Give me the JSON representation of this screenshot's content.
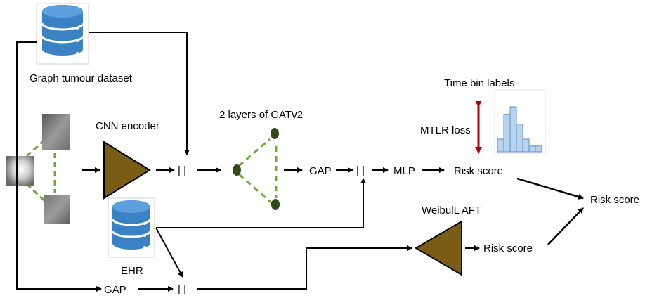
{
  "labels": {
    "graph_dataset": "Graph tumour dataset",
    "cnn_encoder": "CNN encoder",
    "gatv2": "2 layers of GATv2",
    "time_bin_labels": "Time bin labels",
    "mtlr_loss": "MTLR loss",
    "gap_top": "GAP",
    "concat_1": "| |",
    "concat_2": "| |",
    "concat_3": "| |",
    "mlp": "MLP",
    "risk_score_mtlr": "Risk score",
    "risk_score_final": "Risk score",
    "weibull_aft": "WeibulL AFT",
    "risk_score_aft": "Risk score",
    "ehr": "EHR",
    "gap_bottom": "GAP"
  },
  "histogram": {
    "bars": [
      0.22,
      0.65,
      0.78,
      0.48,
      0.22,
      0.1,
      0.1
    ]
  },
  "colors": {
    "db_blue": "#3b82c4",
    "triangle_fill": "#7a5c17",
    "graph_edge": "#6aaa3a",
    "graph_node": "#2f4a1a",
    "hist_fill": "#b8d3ee",
    "hist_edge": "#5b8fc7",
    "loss_arrow": "#b00000"
  }
}
